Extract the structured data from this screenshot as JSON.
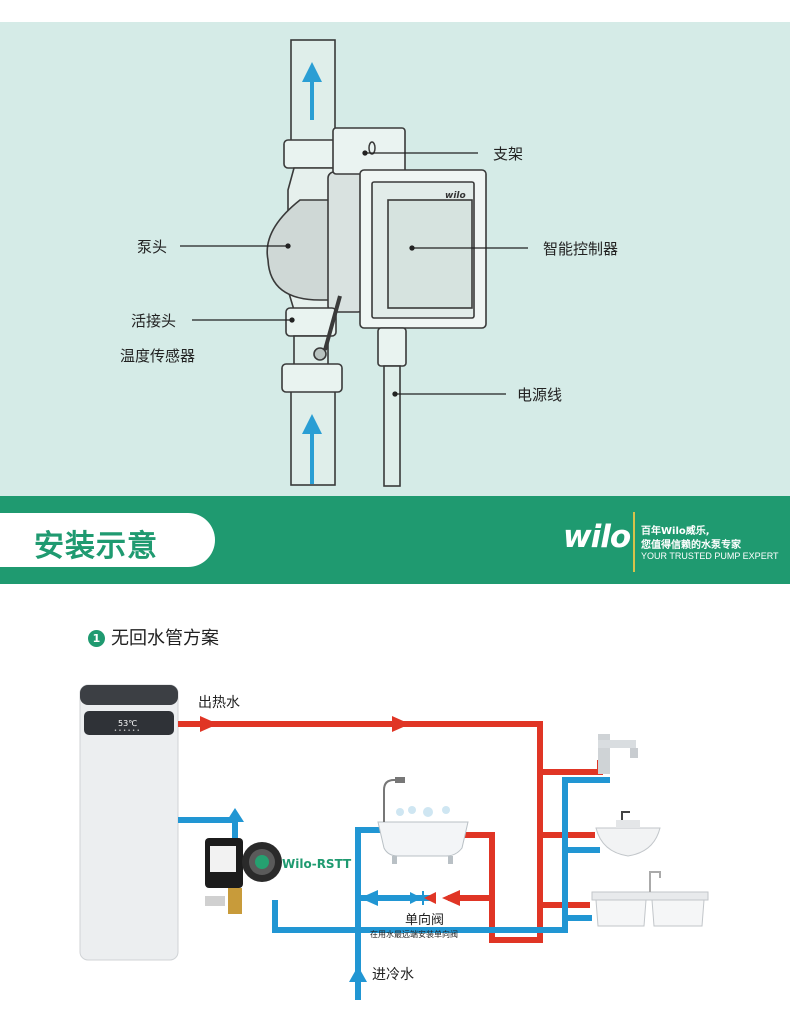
{
  "colors": {
    "panel_bg": "#d5ebe7",
    "brand_green": "#1f9a70",
    "hot_pipe": "#e03525",
    "cold_pipe": "#2196d3"
  },
  "icons": [
    "up-arrow-icon",
    "pump-icon",
    "water-heater-icon",
    "bathtub-icon",
    "faucet-icon",
    "sink-icon",
    "check-valve-icon"
  ],
  "pump_diagram": {
    "labels": {
      "bracket": "支架",
      "pump_head": "泵头",
      "controller": "智能控制器",
      "union": "活接头",
      "temp_sensor": "温度传感器",
      "power_cord": "电源线"
    },
    "controller_brand": "wilo"
  },
  "banner": {
    "title": "安装示意",
    "logo": "wilo",
    "slogan_line1": "百年Wilo威乐,",
    "slogan_line2": "您值得信赖的水泵专家",
    "slogan_line3": "YOUR TRUSTED PUMP EXPERT"
  },
  "scheme": {
    "number": "1",
    "title": "无回水管方案",
    "heater_display": "53℃",
    "hot_out_label": "出热水",
    "pump_label": "Wilo-RSTT",
    "check_valve_label": "单向阀",
    "check_valve_note": "在用水最远端安装单向阀",
    "cold_in_label": "进冷水"
  }
}
